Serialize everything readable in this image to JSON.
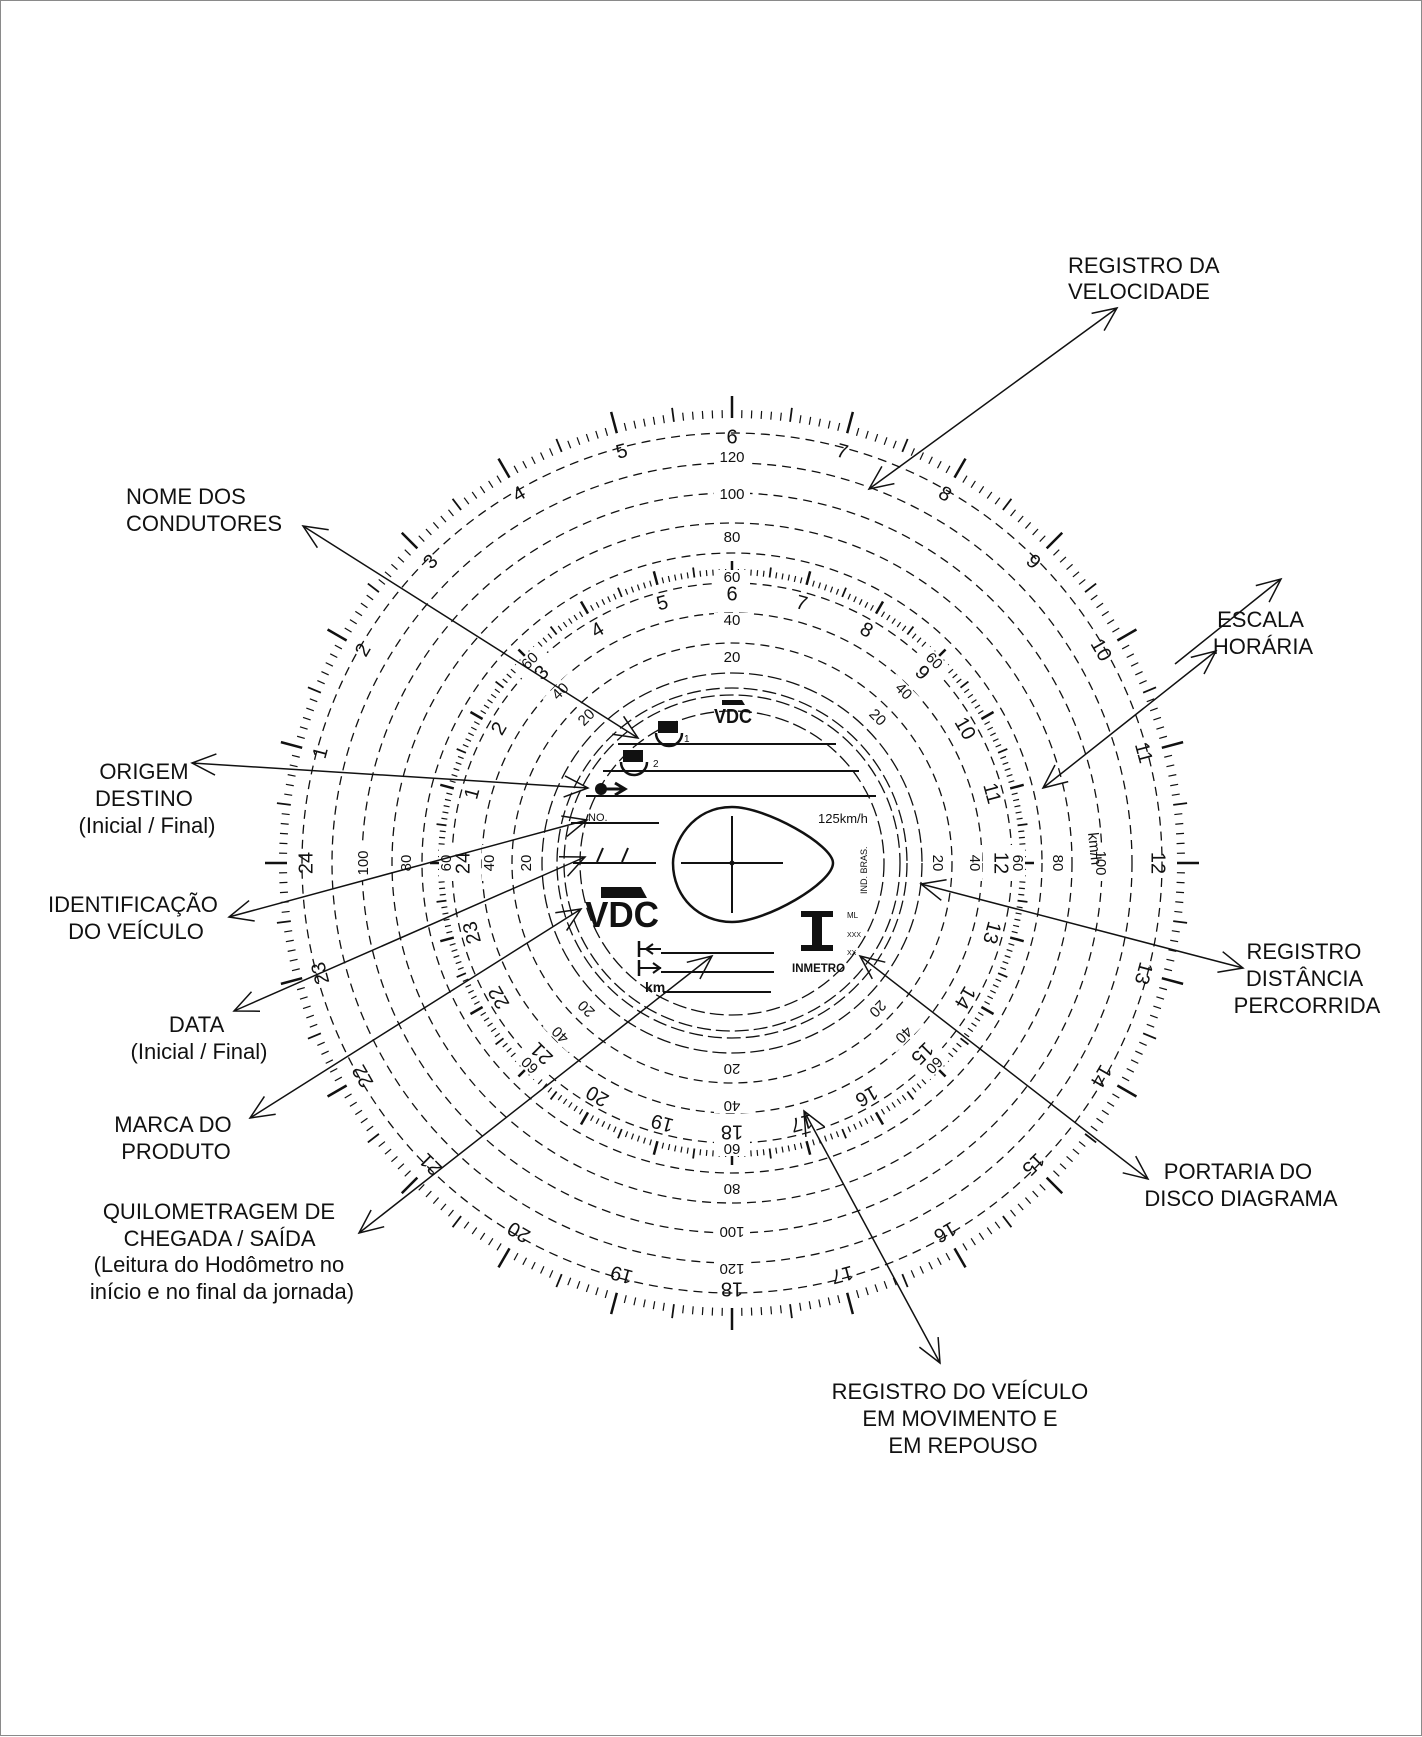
{
  "callouts": {
    "registro_velocidade": [
      "REGISTRO DA",
      "VELOCIDADE"
    ],
    "nome_condutores": [
      "NOME DOS",
      "CONDUTORES"
    ],
    "escala_horaria": [
      "ESCALA",
      "HORÁRIA"
    ],
    "origem_destino": [
      "ORIGEM",
      "DESTINO",
      "(Inicial / Final)"
    ],
    "identificacao_veiculo": [
      "IDENTIFICAÇÃO",
      "DO VEÍCULO"
    ],
    "registro_distancia": [
      "REGISTRO",
      "DISTÂNCIA",
      "PERCORRIDA"
    ],
    "data": [
      "DATA",
      "(Inicial / Final)"
    ],
    "marca_produto": [
      "MARCA DO",
      "PRODUTO"
    ],
    "portaria_disco": [
      "PORTARIA DO",
      "DISCO DIAGRAMA"
    ],
    "quilometragem": [
      "QUILOMETRAGEM DE",
      "CHEGADA / SAÍDA",
      "(Leitura do Hodômetro no",
      "início e no final da jornada)"
    ],
    "registro_movimento": [
      "REGISTRO DO VEÍCULO",
      "EM MOVIMENTO E",
      "EM REPOUSO"
    ]
  },
  "disc": {
    "hour_labels": [
      "1",
      "2",
      "3",
      "4",
      "5",
      "6",
      "7",
      "8",
      "9",
      "10",
      "11",
      "12",
      "13",
      "14",
      "15",
      "16",
      "17",
      "18",
      "19",
      "20",
      "21",
      "22",
      "23",
      "24"
    ],
    "speed_labels": [
      "20",
      "40",
      "60",
      "80",
      "100",
      "120"
    ],
    "brand": "VDC",
    "vehicle_no_label": "NO.",
    "max_speed": "125km/h",
    "speed_unit": "km/h",
    "odometer_unit": "km",
    "certifier": "INMETRO",
    "ind_bras": "IND. BRAS.",
    "cert_codes": [
      "ML",
      "XXX",
      "XX"
    ]
  }
}
